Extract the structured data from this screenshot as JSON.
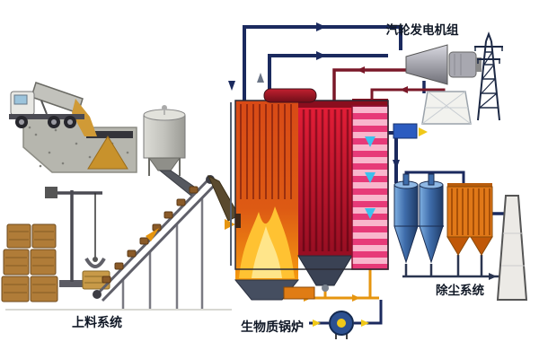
{
  "diagram": {
    "type": "biomass-power-plant-process-illustration",
    "labels": {
      "turbine_unit": "汽轮发电机组",
      "feeding_system": "上料系统",
      "biomass_boiler": "生物质锅炉",
      "dust_removal": "除尘系统"
    },
    "components": [
      "dump-truck",
      "receiving-pit",
      "storage-silo",
      "grab-crane",
      "straw-bales",
      "inclined-conveyor",
      "feed-chute",
      "biomass-furnace",
      "flame",
      "steam-drum",
      "superheater-section",
      "economizer-section",
      "ash-hoppers",
      "steam-pipes",
      "feedwater-pipes",
      "steam-turbine",
      "generator",
      "condenser-cooler",
      "transformer-box",
      "transmission-tower",
      "cyclone-separators",
      "bag-filter",
      "chimney",
      "induced-draft-fan",
      "ash-conveyor-line"
    ],
    "colors": {
      "steam_pipe": "#1b2a5e",
      "return_pipe": "#7a1828",
      "ash_line": "#e6950f",
      "furnace_top": "#d84a16",
      "flame": "#ffc232",
      "heat_exchanger": "#d81830",
      "economizer_stripe": "#e73a78",
      "cyclone_blue": "#3f6dab",
      "baghouse_orange": "#e07818",
      "gas_arrow_cyan": "#3cc2ee",
      "label_text": "#101826"
    }
  }
}
